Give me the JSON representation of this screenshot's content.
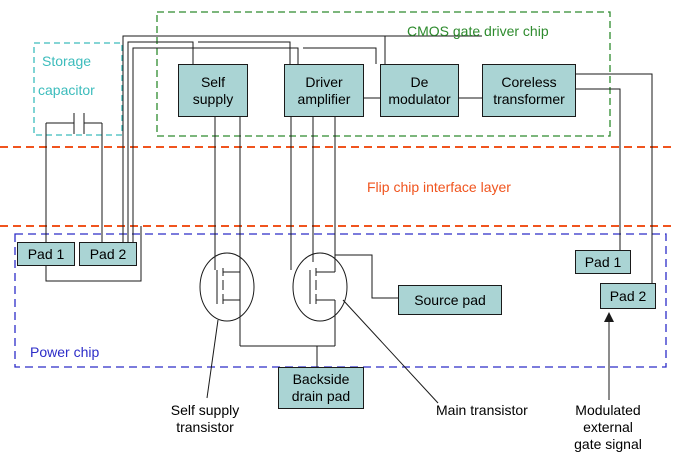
{
  "regions": {
    "cmos_label": "CMOS gate driver chip",
    "storage_label_line1": "Storage",
    "storage_label_line2": "capacitor",
    "flip_chip_label": "Flip chip interface layer",
    "power_chip_label": "Power chip"
  },
  "blocks": {
    "self_supply": "Self\nsupply",
    "driver_amplifier": "Driver\namplifier",
    "demodulator": "De\nmodulator",
    "coreless_transformer": "Coreless\ntransformer",
    "pad1_left": "Pad 1",
    "pad2_left": "Pad 2",
    "pad1_right": "Pad 1",
    "pad2_right": "Pad 2",
    "source_pad": "Source pad",
    "backside_drain_pad": "Backside\ndrain pad"
  },
  "annotations": {
    "self_supply_transistor": "Self supply\ntransistor",
    "main_transistor": "Main transistor",
    "modulated_signal": "Modulated\nexternal\ngate signal"
  },
  "colors": {
    "cmos": "#2e8b2e",
    "storage": "#3cbcbc",
    "flip_chip": "#f0541e",
    "power_chip": "#2c2cc8",
    "block_fill": "#aad4d4"
  }
}
